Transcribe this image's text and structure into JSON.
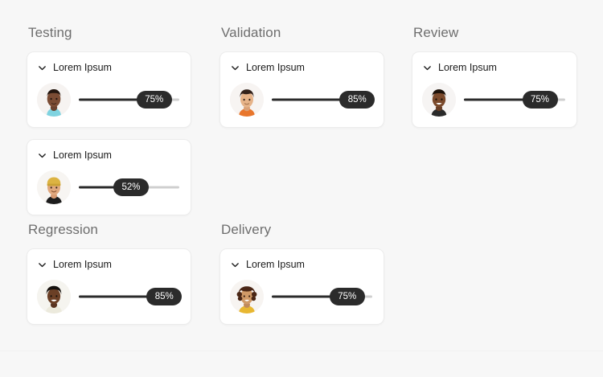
{
  "board": {
    "background_color": "#f7f7f7",
    "card_background_color": "#ffffff",
    "accent_color": "#2b2b2b",
    "track_color": "#cfcfcf",
    "heading_color": "#6e6e6e"
  },
  "columns": [
    {
      "title": "Testing",
      "cards": [
        {
          "title": "Lorem Ipsum",
          "chevron_icon": "chevron-down-icon",
          "avatar_icon": "avatar-person-1",
          "progress_label": "75%",
          "progress_value": 75
        },
        {
          "title": "Lorem Ipsum",
          "chevron_icon": "chevron-down-icon",
          "avatar_icon": "avatar-person-2",
          "progress_label": "52%",
          "progress_value": 52
        }
      ]
    },
    {
      "title": "Validation",
      "cards": [
        {
          "title": "Lorem Ipsum",
          "chevron_icon": "chevron-down-icon",
          "avatar_icon": "avatar-person-3",
          "progress_label": "85%",
          "progress_value": 85
        }
      ]
    },
    {
      "title": "Review",
      "cards": [
        {
          "title": "Lorem Ipsum",
          "chevron_icon": "chevron-down-icon",
          "avatar_icon": "avatar-person-4",
          "progress_label": "75%",
          "progress_value": 75
        }
      ]
    },
    {
      "title": "Regression",
      "cards": [
        {
          "title": "Lorem Ipsum",
          "chevron_icon": "chevron-down-icon",
          "avatar_icon": "avatar-person-5",
          "progress_label": "85%",
          "progress_value": 85
        }
      ]
    },
    {
      "title": "Delivery",
      "cards": [
        {
          "title": "Lorem Ipsum",
          "chevron_icon": "chevron-down-icon",
          "avatar_icon": "avatar-person-6",
          "progress_label": "75%",
          "progress_value": 75
        }
      ]
    }
  ]
}
